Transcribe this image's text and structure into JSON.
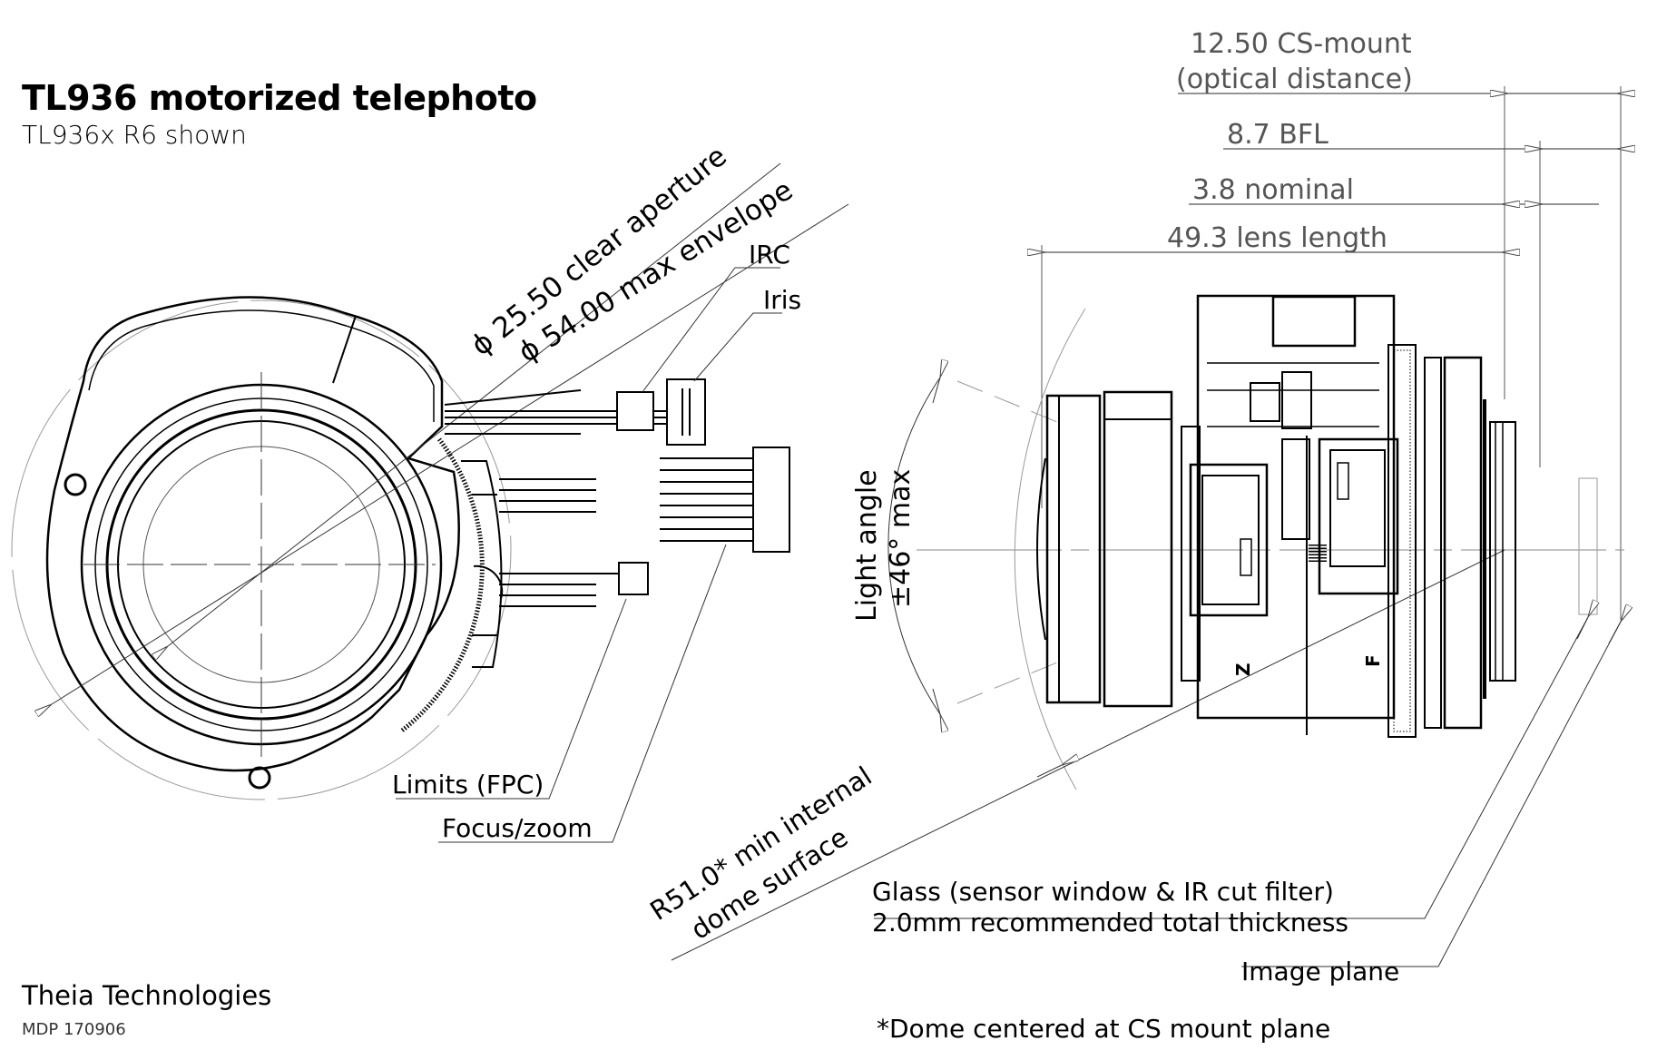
{
  "header": {
    "title": "TL936 motorized telephoto",
    "subtitle": "TL936x R6 shown"
  },
  "footer": {
    "company": "Theia Technologies",
    "doc_number": "MDP 170906",
    "note": "*Dome centered at CS mount plane"
  },
  "front_view": {
    "labels": {
      "clear_aperture": "ϕ 25.50 clear aperture",
      "max_envelope": "ϕ 54.00 max envelope",
      "irc": "IRC",
      "iris": "Iris",
      "limits": "Limits (FPC)",
      "focus_zoom": "Focus/zoom"
    }
  },
  "side_view": {
    "dimensions": {
      "cs_mount_line1": "12.50 CS-mount",
      "cs_mount_line2": "(optical distance)",
      "bfl": "8.7 BFL",
      "nominal": "3.8 nominal",
      "lens_length": "49.3 lens length"
    },
    "labels": {
      "light_angle_line1": "Light angle",
      "light_angle_line2": "±46° max",
      "dome_line1": "R51.0* min internal",
      "dome_line2": "dome surface",
      "glass_line1": "Glass (sensor window & IR cut filter)",
      "glass_line2": "2.0mm recommended total thickness",
      "image_plane": "Image plane",
      "zoom_marker": "Z",
      "focus_marker": "F"
    }
  }
}
